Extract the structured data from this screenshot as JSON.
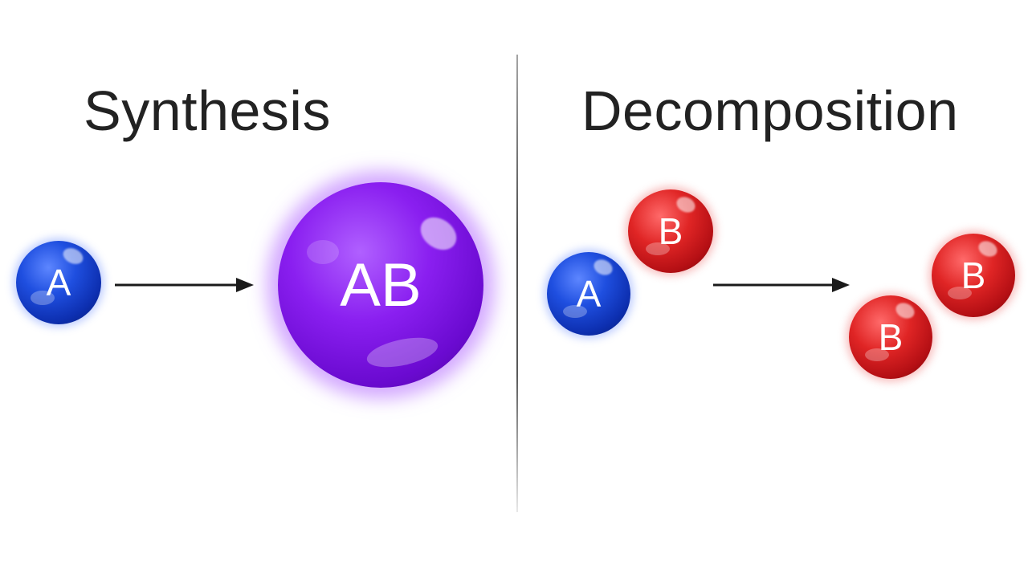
{
  "titles": {
    "left": "Synthesis",
    "right": "Decomposition"
  },
  "spheres": {
    "syn_a": "A",
    "syn_ab": "AB",
    "dec_b_top": "B",
    "dec_a": "A",
    "dec_b_right": "B",
    "dec_b_bottom": "B"
  },
  "colors": {
    "blue": "#1f4fe0",
    "red": "#e02525",
    "purple": "#8a1ff0",
    "arrow": "#1a1a1a"
  }
}
